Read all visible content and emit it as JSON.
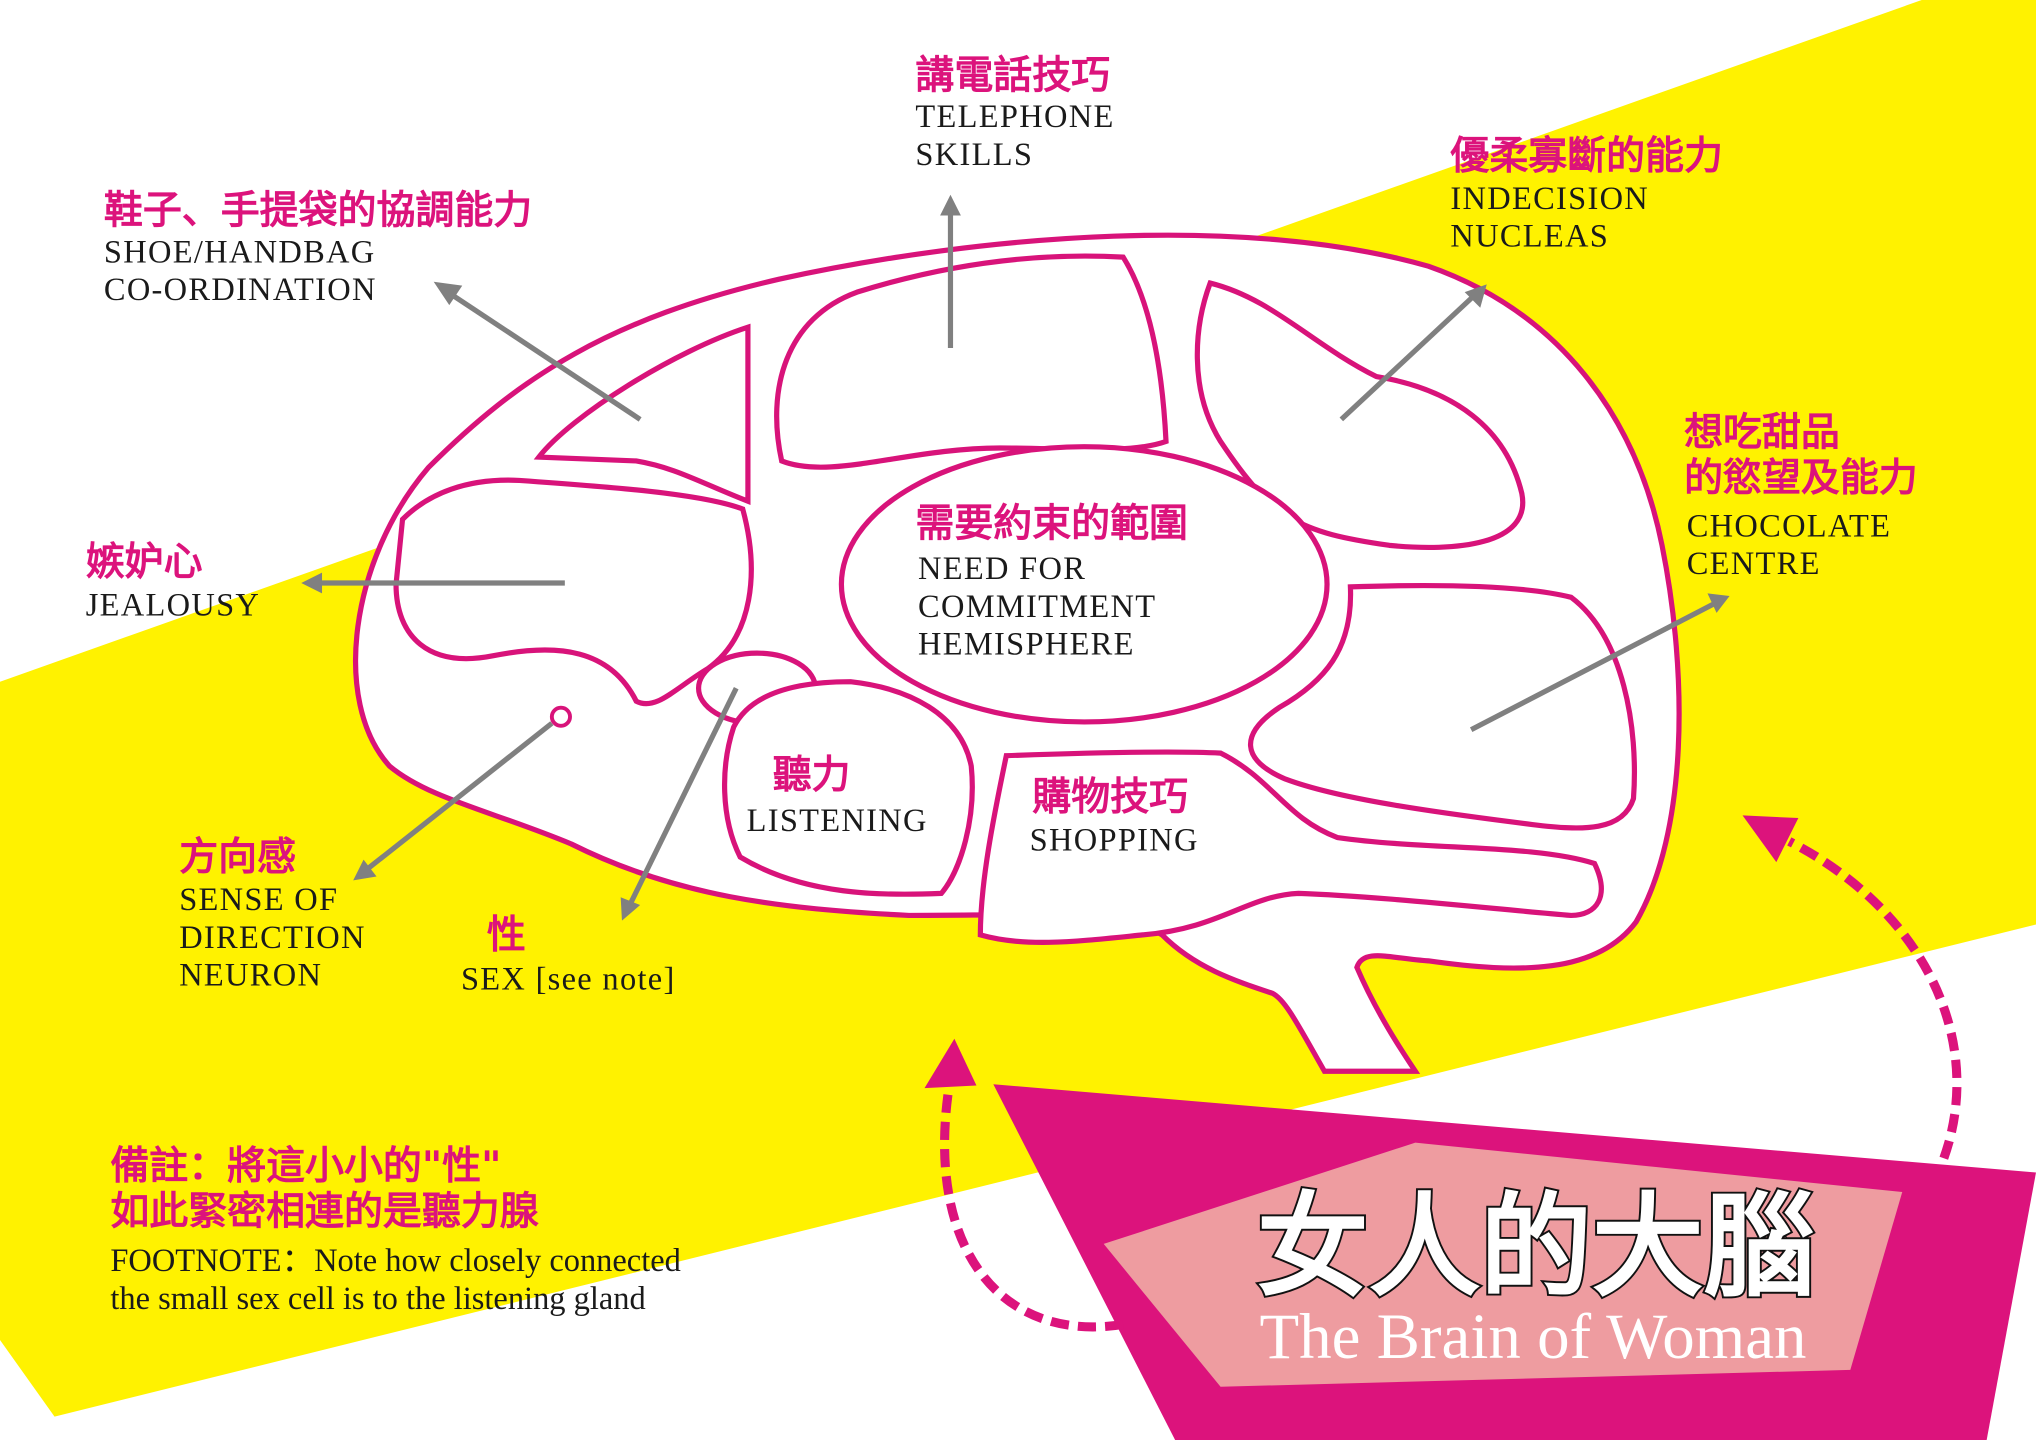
{
  "colors": {
    "magenta": "#dc137c",
    "yellow": "#fff200",
    "pink": "#ee9ca0",
    "arrow": "#808080"
  },
  "labels": {
    "telephone": {
      "zh": "講電話技巧",
      "en": [
        "TELEPHONE",
        "SKILLS"
      ]
    },
    "shoe": {
      "zh": "鞋子、手提袋的協調能力",
      "en": [
        "SHOE/HANDBAG",
        "CO-ORDINATION"
      ]
    },
    "indecision": {
      "zh": "優柔寡斷的能力",
      "en": [
        "INDECISION",
        "NUCLEAS"
      ]
    },
    "chocolate": {
      "zh": [
        "想吃甜品",
        "的慾望及能力"
      ],
      "en": [
        "CHOCOLATE",
        "CENTRE"
      ]
    },
    "jealousy": {
      "zh": "嫉妒心",
      "en": [
        "JEALOUSY"
      ]
    },
    "commitment": {
      "zh": "需要約束的範圍",
      "en": [
        "NEED FOR",
        "COMMITMENT",
        "HEMISPHERE"
      ]
    },
    "listening": {
      "zh": "聽力",
      "en": [
        "LISTENING"
      ]
    },
    "shopping": {
      "zh": "購物技巧",
      "en": [
        "SHOPPING"
      ]
    },
    "direction": {
      "zh": "方向感",
      "en": [
        "SENSE OF",
        "DIRECTION",
        "NEURON"
      ]
    },
    "sex": {
      "zh": "性",
      "en": [
        "SEX [see note]"
      ]
    }
  },
  "footnote": {
    "zh": [
      "備註：將這小小的\"性\"",
      "如此緊密相連的是聽力腺"
    ],
    "en": [
      "FOOTNOTE：Note how closely connected",
      "the small sex cell is to the listening gland"
    ]
  },
  "title": {
    "zh": "女人的大腦",
    "en": "The Brain of Woman"
  }
}
